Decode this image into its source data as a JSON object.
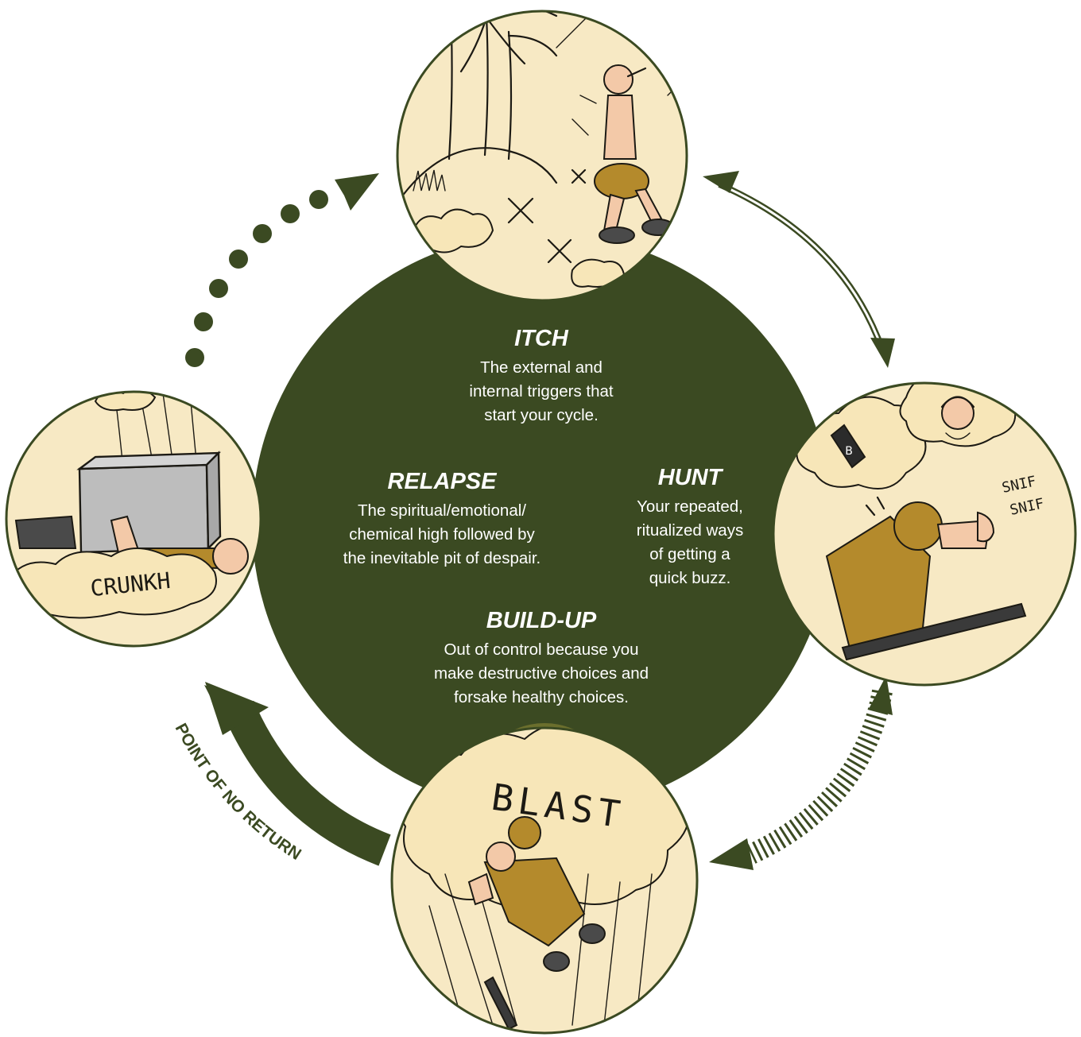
{
  "stages": {
    "itch": {
      "title": "ITCH",
      "desc": [
        "The external and",
        "internal triggers that",
        "start your cycle."
      ]
    },
    "relapse": {
      "title": "RELAPSE",
      "desc": [
        "The spiritual/emotional/",
        "chemical high followed by",
        "the inevitable pit of despair."
      ]
    },
    "hunt": {
      "title": "HUNT",
      "desc": [
        "Your repeated,",
        "ritualized ways",
        "of getting a",
        "quick buzz."
      ]
    },
    "buildup": {
      "title": "BUILD-UP",
      "desc": [
        "Out of control because you",
        "make destructive choices and",
        "forsake healthy choices."
      ]
    }
  },
  "arrow_label": "POINT OF NO RETURN",
  "comic_text": {
    "blast": "BLAST",
    "crunch": "CRUNKH",
    "snif1": "SNIF",
    "snif2": "SNIF",
    "bottle": "B"
  },
  "colors": {
    "center": "#3b4a22",
    "panel_bg": "#f7e9c4",
    "ring": "#3b4a22",
    "accent": "#b48a2c",
    "text": "#ffffff"
  }
}
